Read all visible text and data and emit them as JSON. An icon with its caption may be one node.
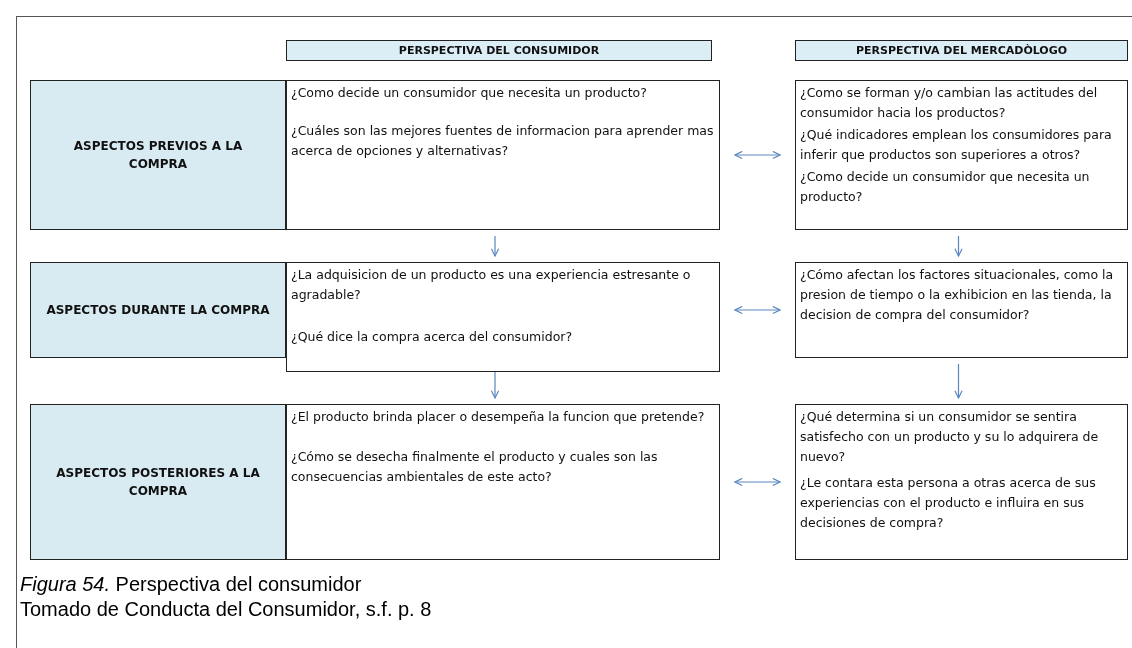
{
  "diagram": {
    "caption": "*Figura 54.* Perspectiva del consumidor",
    "nodes": [
      {
        "text": [
          "PERSPECTIVA DEL CONSUMIDOR"
        ]
      },
      {
        "text": [
          "PERSPECTIVA DEL MERCADÒLOGO"
        ]
      },
      {
        "text": [
          "ASPECTOS PREVIOS A LA COMPRA"
        ]
      },
      {
        "text": [
          "¿Como decide un consumidor que necesita un producto?",
          "¿Cuáles son las mejores fuentes de informacion para aprender mas acerca de opciones y alternativas?"
        ]
      },
      {
        "text": [
          "¿Como se forman y/o cambian las actitudes del consumidor hacia los productos?",
          "¿Qué indicadores emplean los consumidores para inferir que productos son superiores a otros?",
          "¿Como decide un consumidor que necesita un producto?"
        ]
      },
      {
        "text": [
          "ASPECTOS DURANTE LA COMPRA"
        ]
      },
      {
        "text": [
          "¿La adquisicion de un producto es una experiencia estresante o agradable?",
          "¿Qué dice la compra acerca del consumidor?"
        ]
      },
      {
        "text": [
          "¿Cómo afectan los factores situacionales, como la presion de tiempo o la exhibicion en las tienda, la decision de compra del consumidor?"
        ]
      },
      {
        "text": [
          "ASPECTOS POSTERIORES A LA COMPRA"
        ]
      },
      {
        "text": [
          "¿El producto brinda placer o desempeña la funcion que pretende?",
          "¿Cómo se desecha finalmente el producto y cuales son las consecuencias ambientales de este acto?"
        ]
      },
      {
        "text": [
          "¿Qué determina si un consumidor se sentira satisfecho con un producto y su lo adquirera de nuevo?",
          "¿Le contara esta persona a otras acerca de sus experiencias con el producto e influira en sus decisiones de compra?"
        ]
      }
    ],
    "edges": [
      {
        "from": 3,
        "to": 4,
        "arrow": "both"
      },
      {
        "from": 3,
        "to": 6,
        "arrow": "to"
      },
      {
        "from": 4,
        "to": 7,
        "arrow": "to"
      },
      {
        "from": 6,
        "to": 7,
        "arrow": "both"
      },
      {
        "from": 6,
        "to": 9,
        "arrow": "to"
      },
      {
        "from": 7,
        "to": 10,
        "arrow": "to"
      },
      {
        "from": 9,
        "to": 10,
        "arrow": "both"
      }
    ],
    "labels": [
      "Tomado de Conducta del Consumidor, s.f. p. 8"
    ]
  }
}
